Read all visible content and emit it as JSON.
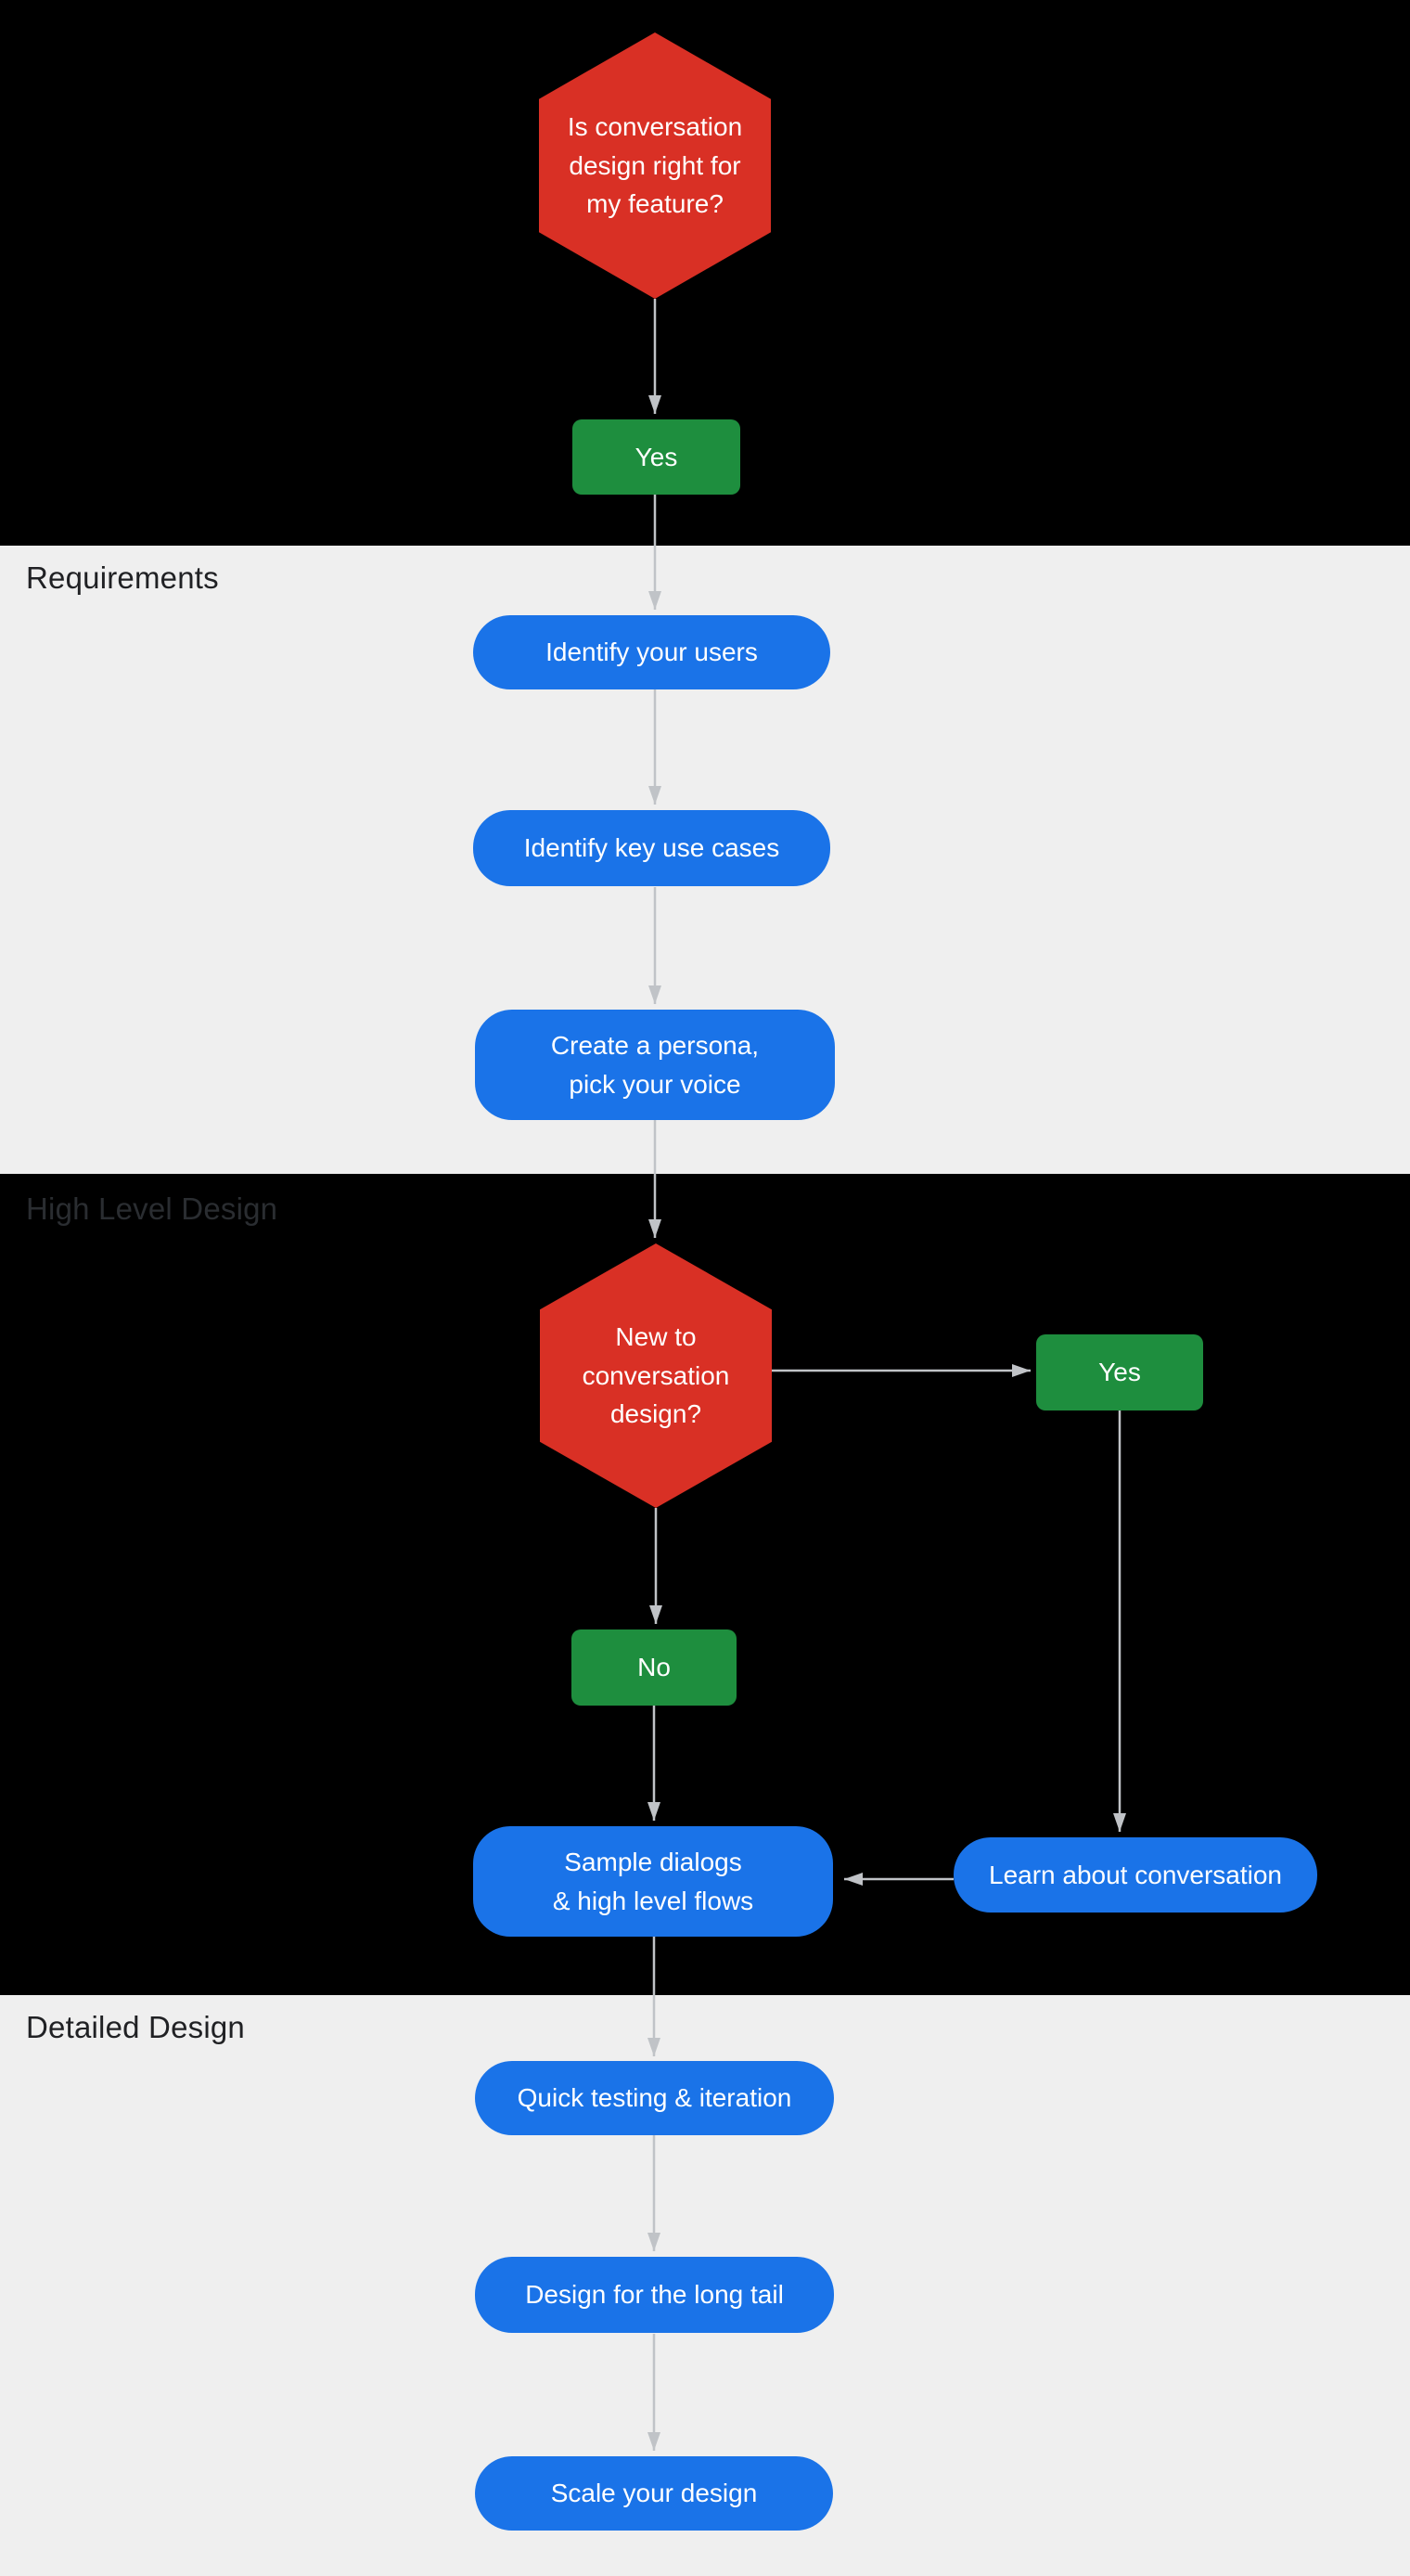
{
  "diagram": {
    "sections": {
      "requirements": {
        "label": "Requirements"
      },
      "high_level_design": {
        "label": "High Level Design"
      },
      "detailed_design": {
        "label": "Detailed Design"
      }
    },
    "nodes": {
      "decision_fit": {
        "type": "decision",
        "label": "Is conversation\ndesign right for\nmy feature?"
      },
      "answer_fit_yes": {
        "type": "answer",
        "label": "Yes"
      },
      "identify_users": {
        "type": "process",
        "label": "Identify your users"
      },
      "identify_use_cases": {
        "type": "process",
        "label": "Identify key use cases"
      },
      "create_persona": {
        "type": "process",
        "label": "Create a persona,\npick your voice"
      },
      "decision_new": {
        "type": "decision",
        "label": "New to\nconversation\ndesign?"
      },
      "answer_new_yes": {
        "type": "answer",
        "label": "Yes"
      },
      "answer_new_no": {
        "type": "answer",
        "label": "No"
      },
      "sample_dialogs": {
        "type": "process",
        "label": "Sample dialogs\n& high level flows"
      },
      "learn_conversation": {
        "type": "process",
        "label": "Learn about conversation"
      },
      "quick_testing": {
        "type": "process",
        "label": "Quick testing & iteration"
      },
      "long_tail": {
        "type": "process",
        "label": "Design for the long tail"
      },
      "scale_design": {
        "type": "process",
        "label": "Scale your design"
      }
    },
    "colors": {
      "decision_red": "#D93025",
      "answer_green": "#1E8E3E",
      "process_blue": "#1A73E8",
      "section_dark_bg": "#000000",
      "section_light_bg": "#EFEFEF",
      "arrow_gray": "#C0C3C7",
      "section_label_dark": "#202124",
      "section_label_on_dark": "#2A2D31",
      "node_text": "#FFFFFF",
      "frame_border": "#DADCE0"
    }
  }
}
